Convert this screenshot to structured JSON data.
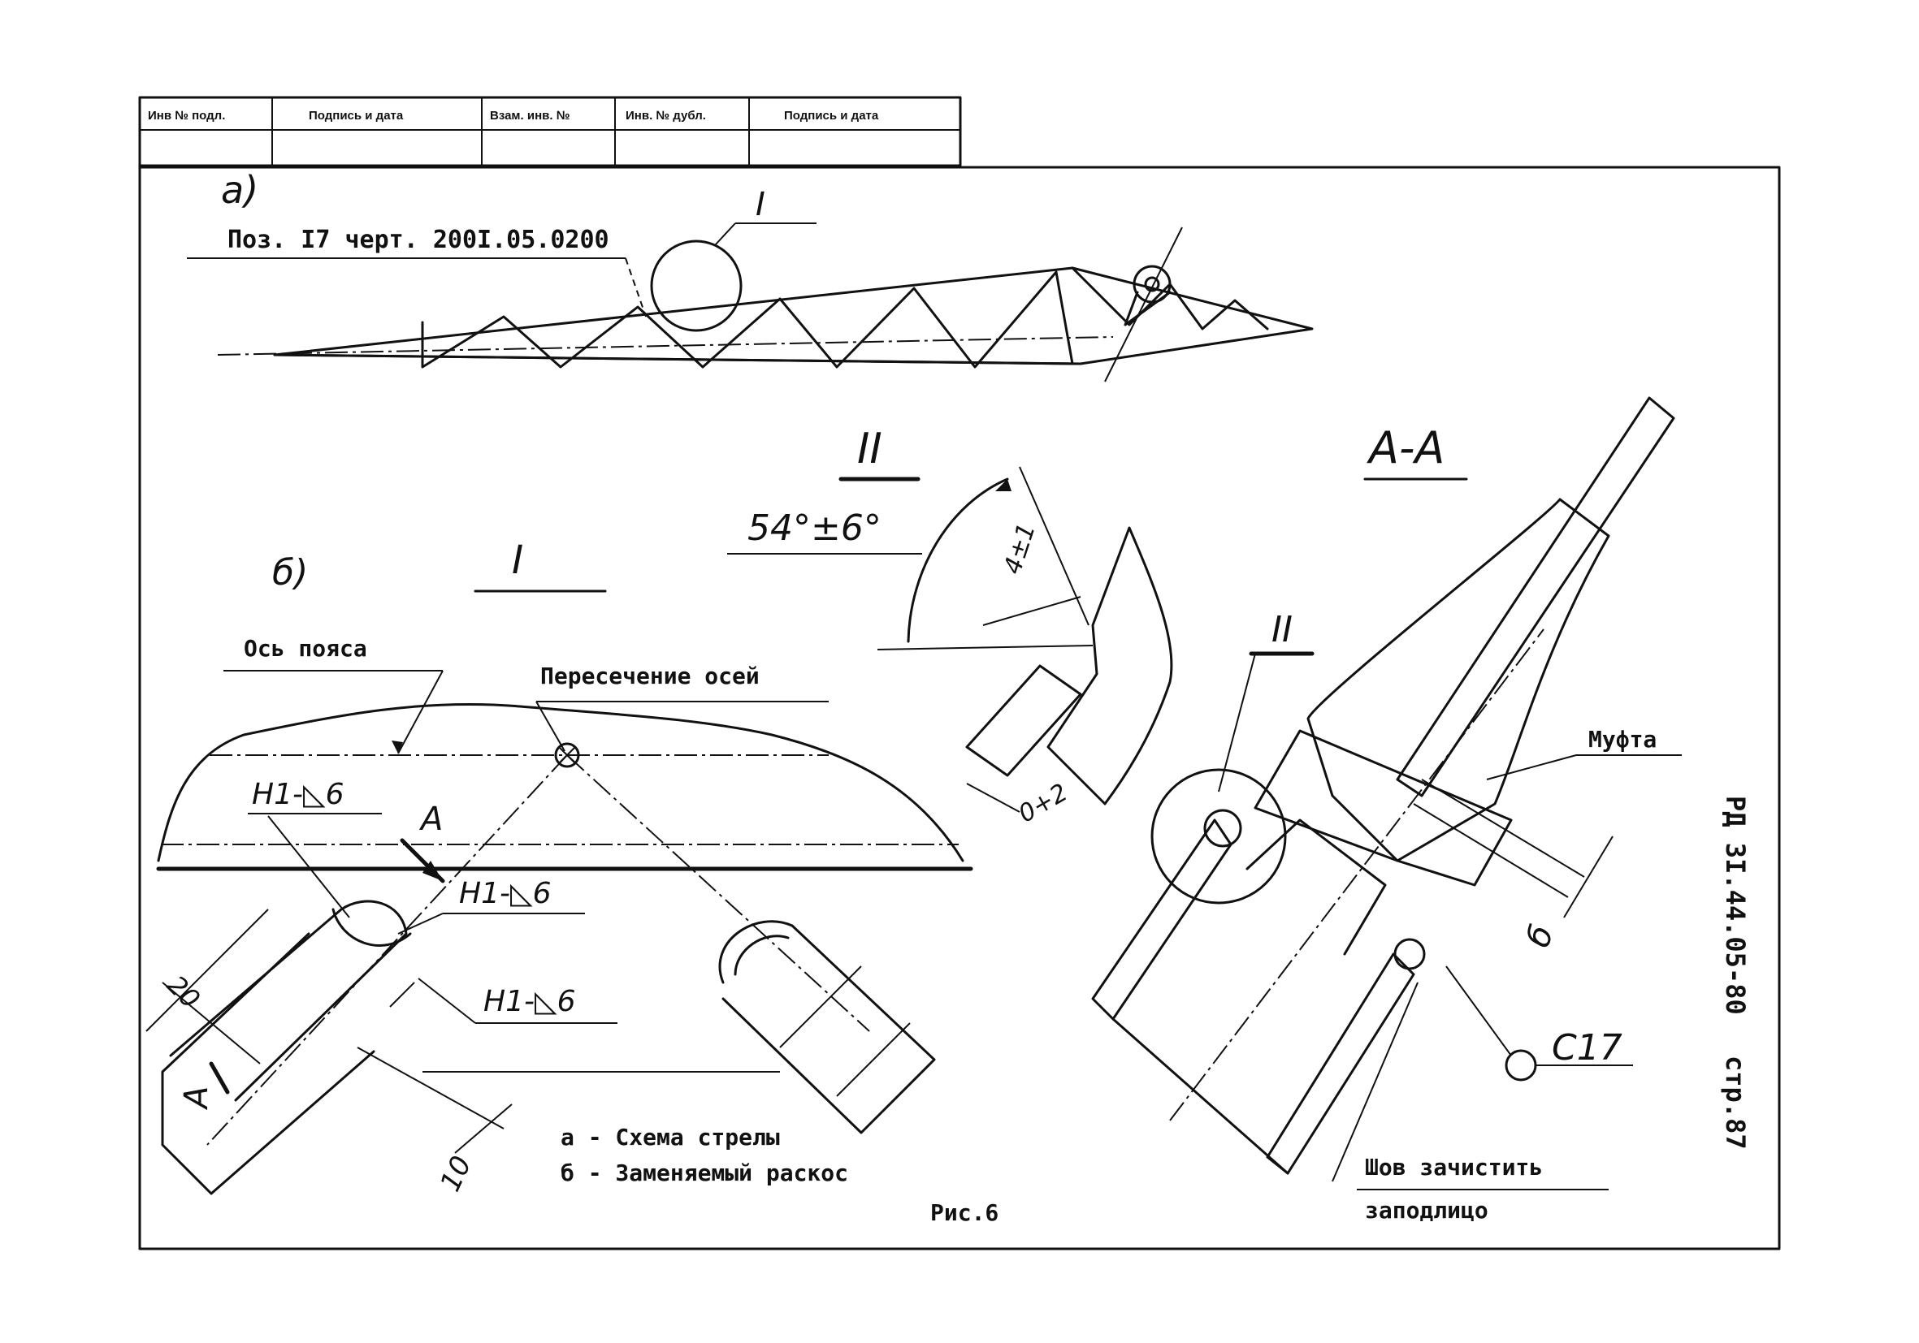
{
  "stamp": {
    "inv_orig": "Инв № подл.",
    "sign_date_1": "Подпись и дата",
    "vzam_inv": "Взам. инв. №",
    "inv_dubl": "Инв. № дубл.",
    "sign_date_2": "Подпись и дата"
  },
  "view_a": {
    "label": "а)",
    "position_note": "Поз. I7 черт. 200I.05.0200",
    "callout": "I"
  },
  "view_b": {
    "label": "б)",
    "title": "I",
    "chord_axis": "Ось пояса",
    "axes_intersection": "Пересечение осей",
    "weld_1": "Н1-◺6",
    "weld_2": "Н1-◺6",
    "weld_3": "Н1-◺6",
    "section_mark": "А",
    "section_mark_2": "А",
    "dim_20": "20",
    "dim_10": "10"
  },
  "detail_ii": {
    "title": "II",
    "angle": "54°±6°",
    "dim_top": "4±1",
    "dim_gap": "0+2"
  },
  "section_aa": {
    "title": "А-А",
    "detail_ref": "II",
    "coupling": "Муфта",
    "dim_b": "б",
    "weld_code": "С17",
    "note_line1": "Шов зачистить",
    "note_line2": "заподлицо"
  },
  "legend": {
    "a": "а - Схема стрелы",
    "b": "б - Заменяемый раскос"
  },
  "figure_caption": "Рис.6",
  "doc": {
    "code": "РД 3I.44.05-80",
    "page": "стр.87"
  }
}
